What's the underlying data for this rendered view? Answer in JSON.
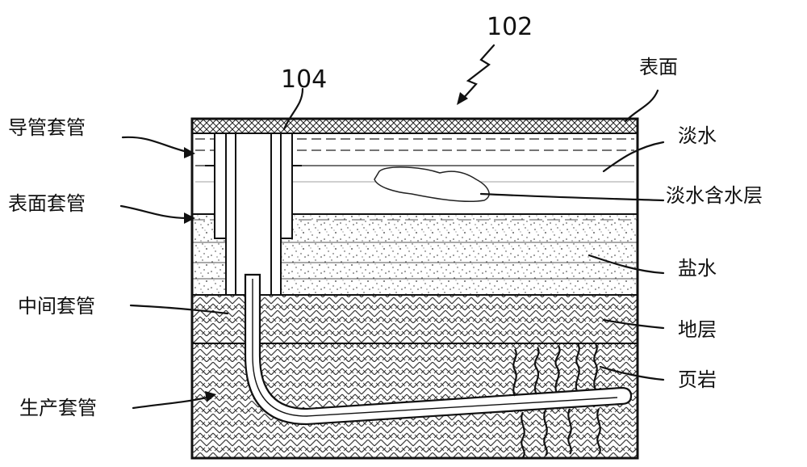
{
  "figure": {
    "reference_numbers": {
      "system": "102",
      "wellhead": "104"
    },
    "left_labels": {
      "conductor_casing": "导管套管",
      "surface_casing": "表面套管",
      "intermediate_casing": "中间套管",
      "production_casing": "生产套管"
    },
    "right_labels": {
      "surface": "表面",
      "fresh_water": "淡水",
      "fresh_water_aquifer": "淡水含水层",
      "saline_water": "盐水",
      "formation": "地层",
      "shale": "页岩"
    }
  }
}
